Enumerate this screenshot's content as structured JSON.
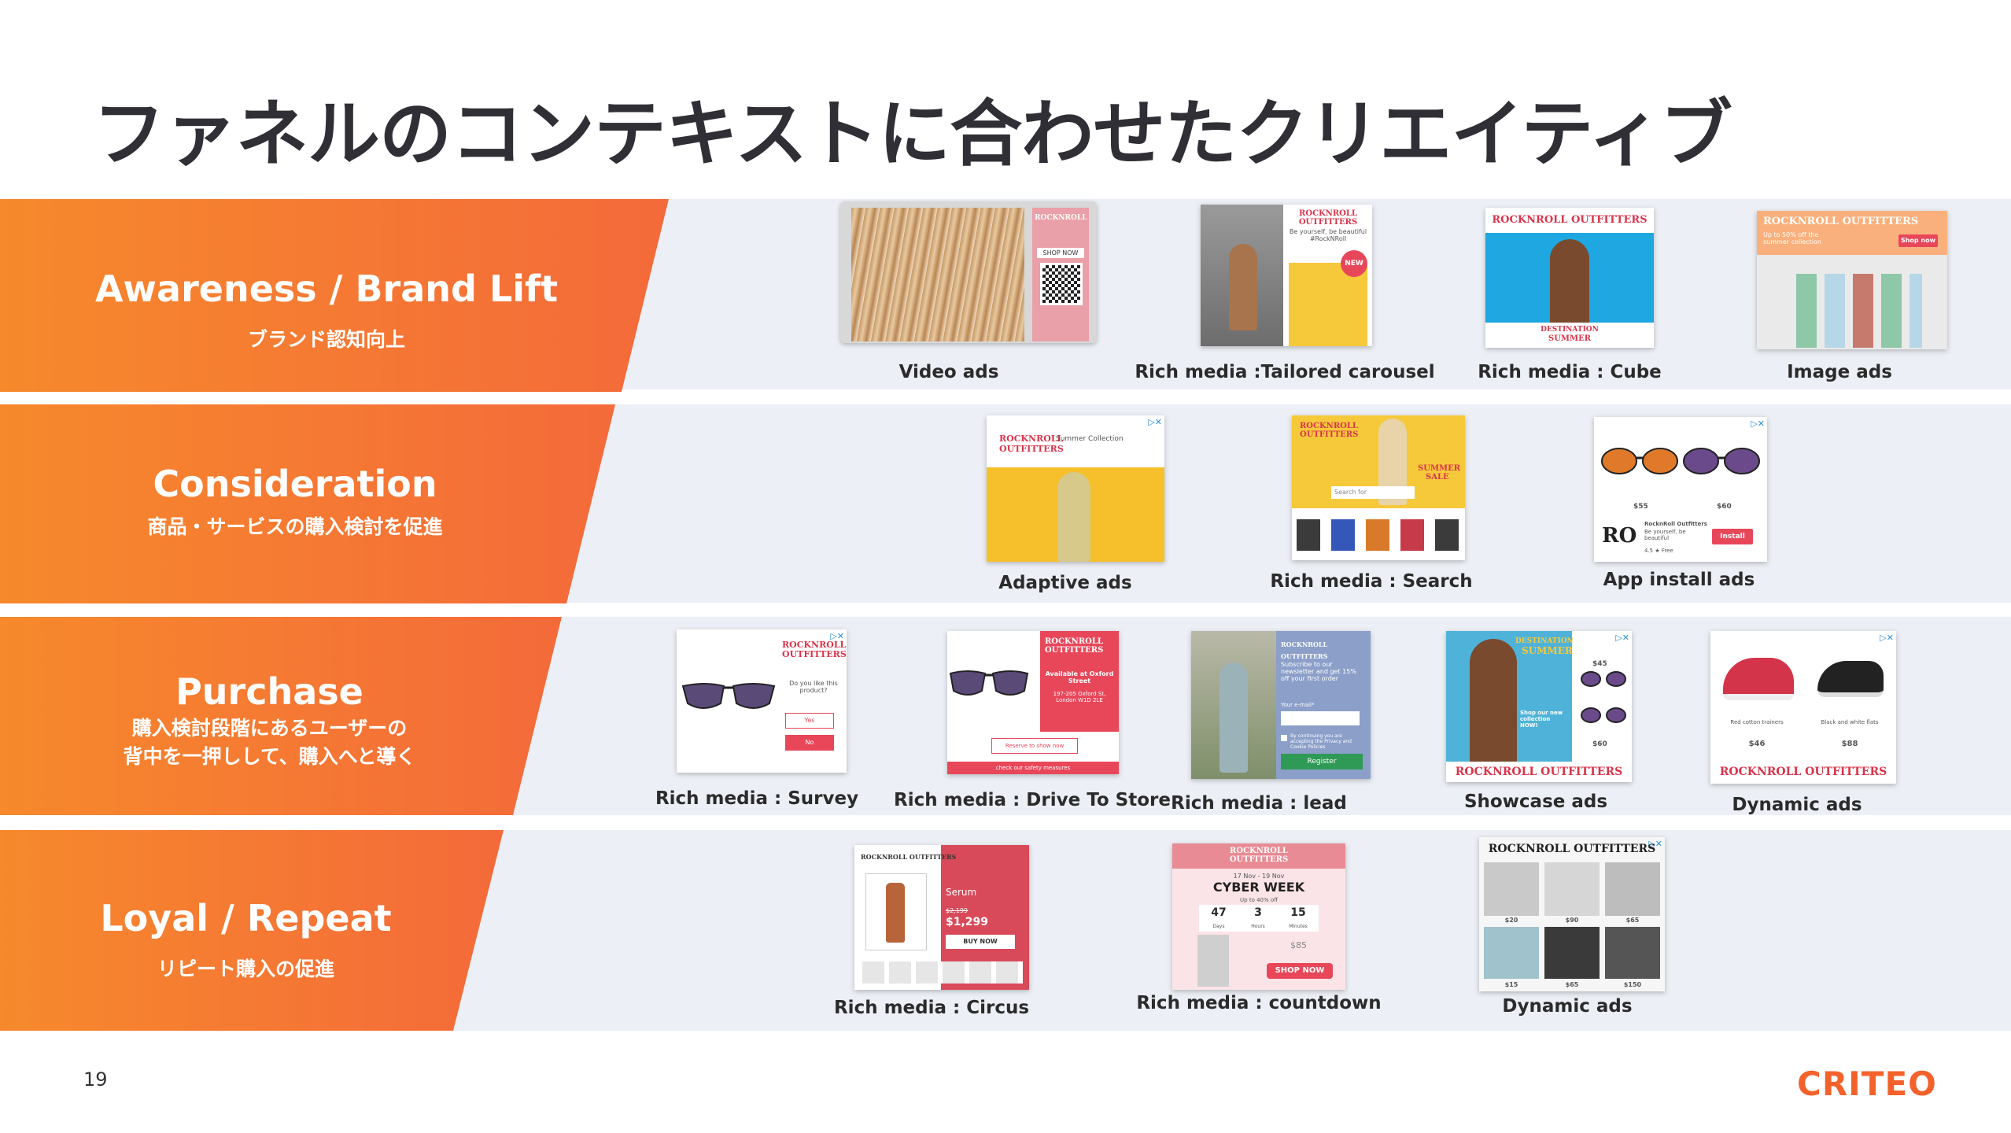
{
  "title": "ファネルのコンテキストに合わせたクリエイティブ",
  "stages": [
    {
      "title": "Awareness / Brand Lift",
      "sub": "ブランド認知向上"
    },
    {
      "title": "Consideration",
      "sub": "商品・サービスの購入検討を促進"
    },
    {
      "title": "Purchase",
      "sub1": "購入検討段階にあるユーザーの",
      "sub2": "背中を一押しして、購入へと導く"
    },
    {
      "title": "Loyal / Repeat",
      "sub": "リピート購入の促進"
    }
  ],
  "captions": {
    "video": "Video ads",
    "carousel": "Rich media :Tailored carousel",
    "cube": "Rich media : Cube",
    "image": "Image ads",
    "adaptive": "Adaptive ads",
    "search": "Rich media : Search",
    "appinstall": "App install ads",
    "survey": "Rich media : Survey",
    "drive": "Rich media : Drive To Store",
    "lead": "Rich media : lead",
    "showcase": "Showcase ads",
    "dynamic1": "Dynamic ads",
    "circus": "Rich media : Circus",
    "countdown": "Rich media : countdown",
    "dynamic2": "Dynamic ads"
  },
  "ads": {
    "brand": "ROCKNROLL OUTFITTERS",
    "brand_short": "ROCKNROLL",
    "brand_outfitters": "OUTFITTERS",
    "shop_now_small": "SHOP NOW",
    "be_yourself": "Be yourself, be beautiful #RockNRoll",
    "new_badge": "NEW",
    "destination": "DESTINATION",
    "summer": "SUMMER",
    "upto": "Up to 50% off the summer collection",
    "shop_now": "Shop now",
    "summer_collection": "Summer Collection",
    "summer_sale_1": "SUMMER",
    "summer_sale_2": "SALE",
    "search_for": "Search for",
    "price_55": "$55",
    "price_60": "$60",
    "ro": "RO",
    "rocknroll_outfitters": "RocknRoll Outfitters",
    "be_beautiful": "Be yourself, be beautiful",
    "rating": "4.5 ★ Free",
    "install": "Install",
    "do_you_like": "Do you like this product?",
    "yes": "Yes",
    "no": "No",
    "available_at": "Available at Oxford Street",
    "address": "197-205 Oxford St, London W1D 2LE",
    "reserve": "Reserve to show now",
    "safety": "check our safety measures",
    "subscribe": "Subscribe to our newsletter and get 15% off your first order",
    "email": "Your e-mail*",
    "consent": "By continuing you are accepting the Privacy and Cookie Policies",
    "register": "Register",
    "shop_new": "Shop our new collection NOW!",
    "p45": "$45",
    "p60": "$60",
    "red_sneakers": "Red cotton trainers",
    "black_shoes": "Black and white flats",
    "p46": "$46",
    "p88": "$88",
    "serum": "Serum",
    "old_price": "$2,199",
    "serum_price": "$1,299",
    "buy_now": "BUY NOW",
    "cyber_dates": "17 Nov - 19 Nov",
    "cyber_week": "CYBER WEEK",
    "cyber_upto": "Up to 40% off",
    "d_days": "47",
    "d_days_l": "Days",
    "d_hours": "3",
    "d_hours_l": "Hours",
    "d_min": "15",
    "d_min_l": "Minutes",
    "p85": "$85",
    "shop_now_caps": "SHOP NOW",
    "grid_prices": [
      "$20",
      "$90",
      "$65",
      "$15",
      "$65",
      "$150"
    ]
  },
  "page_number": "19",
  "logo": "CRITEO"
}
